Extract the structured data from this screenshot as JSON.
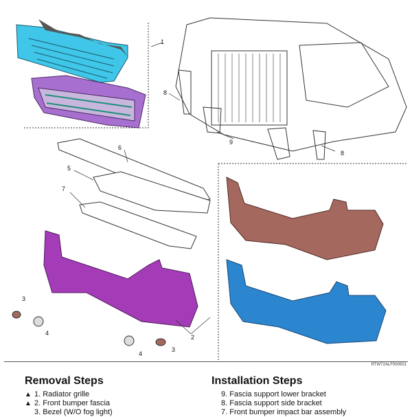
{
  "figure": {
    "code": "RTW72ALF000501",
    "callouts": {
      "c1": "1",
      "c2": "2",
      "c3a": "3",
      "c3b": "3",
      "c4a": "4",
      "c4b": "4",
      "c5": "5",
      "c6": "6",
      "c7": "7",
      "c8a": "8",
      "c8b": "8",
      "c9": "9"
    }
  },
  "removal": {
    "title": "Removal Steps",
    "items": [
      {
        "marker": "▲",
        "text": "1. Radiator grille"
      },
      {
        "marker": "▲",
        "text": "2. Front bumper fascia"
      },
      {
        "marker": "",
        "text": "3. Bezel (W/O fog light)"
      }
    ]
  },
  "installation": {
    "title": "Installation Steps",
    "items": [
      {
        "text": "9. Fascia support lower bracket"
      },
      {
        "text": "8. Fascia support side bracket"
      },
      {
        "text": "7. Front bumper impact bar assembly"
      }
    ]
  },
  "colors": {
    "grille_cyan": "#3fc6e8",
    "grille_purple": "#a76fcf",
    "fascia_magenta": "#a43cb8",
    "fascia_brown": "#a5685f",
    "fascia_blue": "#2c86cf"
  }
}
